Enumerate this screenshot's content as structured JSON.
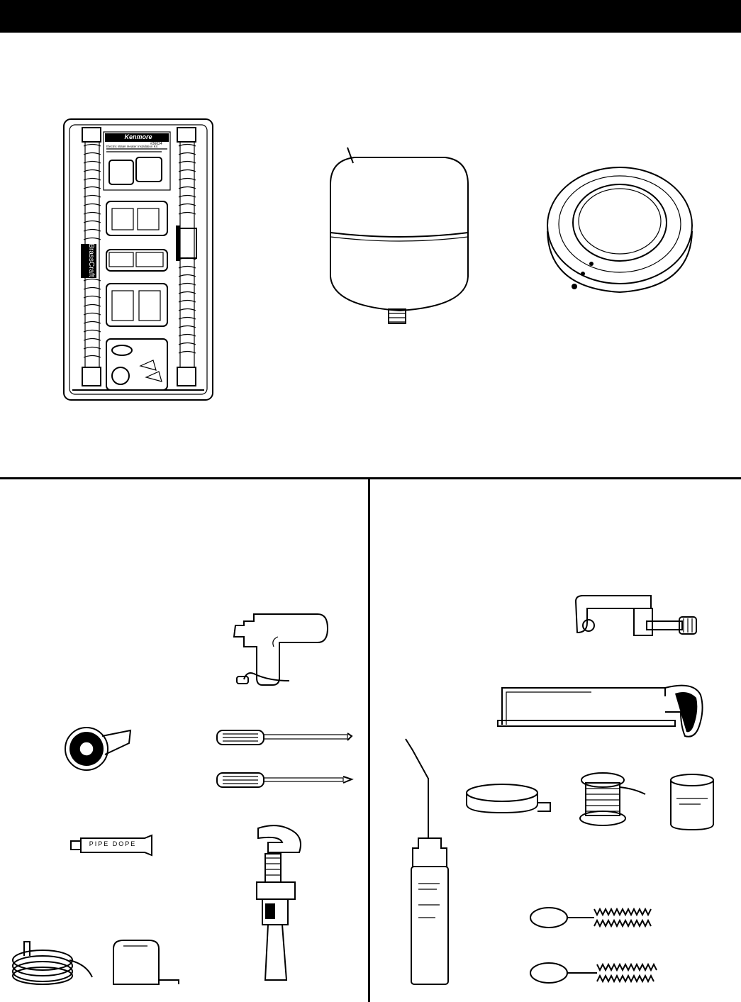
{
  "kit": {
    "brand": "Kenmore",
    "part_number": "#36024",
    "title": "Electric Water Heater Installation Kit",
    "side_brand": "BrassCraft"
  },
  "tools": {
    "pipe_dope_label": "PIPE DOPE"
  }
}
